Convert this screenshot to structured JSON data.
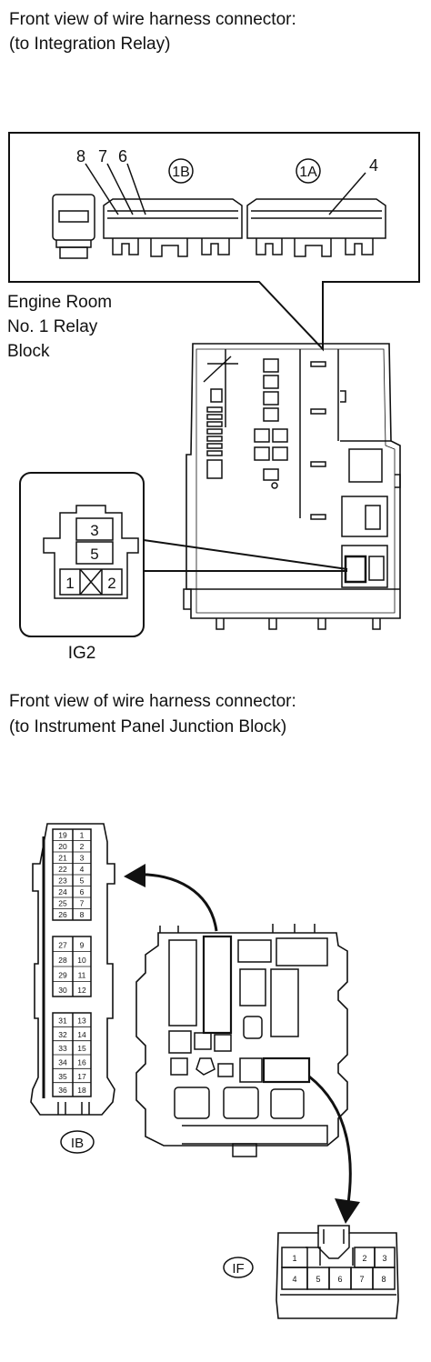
{
  "captions": {
    "relay_heading_1": "Front view of wire harness connector:",
    "relay_heading_2": "(to Integration Relay)",
    "jb_heading_1": "Front view of wire harness connector:",
    "jb_heading_2": "(to Instrument Panel Junction Block)"
  },
  "relay_block": {
    "name_line_1": "Engine Room",
    "name_line_2": "No. 1 Relay",
    "name_line_3": "Block",
    "connector_1b": "1B",
    "connector_1a": "1A",
    "pin_8": "8",
    "pin_7": "7",
    "pin_6": "6",
    "pin_4": "4"
  },
  "ig2": {
    "name": "IG2",
    "pin_3": "3",
    "pin_5": "5",
    "pin_1": "1",
    "pin_2": "2"
  },
  "connector_ib": {
    "name": "IB",
    "pins": [
      [
        "19",
        "1"
      ],
      [
        "20",
        "2"
      ],
      [
        "21",
        "3"
      ],
      [
        "22",
        "4"
      ],
      [
        "23",
        "5"
      ],
      [
        "24",
        "6"
      ],
      [
        "25",
        "7"
      ],
      [
        "26",
        "8"
      ],
      [
        "27",
        "9"
      ],
      [
        "28",
        "10"
      ],
      [
        "29",
        "11"
      ],
      [
        "30",
        "12"
      ],
      [
        "31",
        "13"
      ],
      [
        "32",
        "14"
      ],
      [
        "33",
        "15"
      ],
      [
        "34",
        "16"
      ],
      [
        "35",
        "17"
      ],
      [
        "36",
        "18"
      ]
    ]
  },
  "connector_if": {
    "name": "IF",
    "pins_top": [
      "1",
      "2",
      "3"
    ],
    "pins_bottom": [
      "4",
      "5",
      "6",
      "7",
      "8"
    ]
  }
}
